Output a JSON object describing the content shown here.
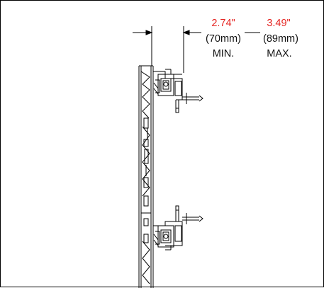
{
  "drawing": {
    "min": {
      "inches": "2.74\"",
      "metric": "(70mm)",
      "label": "MIN."
    },
    "max": {
      "inches": "3.49\"",
      "metric": "(89mm)",
      "label": "MAX."
    },
    "colors": {
      "inch_dimension": "#e52421",
      "line": "#000000"
    }
  }
}
